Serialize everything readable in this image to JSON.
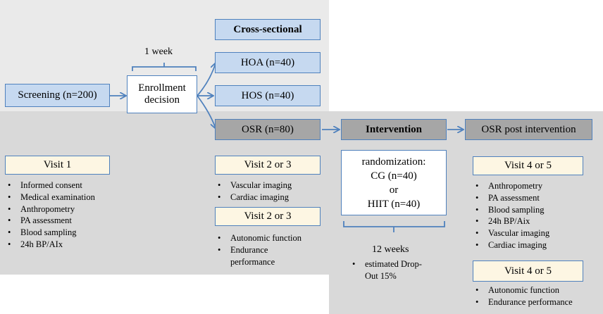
{
  "flow": {
    "screening": "Screening (n=200)",
    "one_week": "1 week",
    "enrollment": "Enrollment\ndecision",
    "cross_sectional": "Cross-sectional",
    "hoa": "HOA (n=40)",
    "hos": "HOS (n=40)",
    "osr": "OSR (n=80)",
    "intervention": "Intervention",
    "osr_post": "OSR post intervention",
    "randomization": "randomization:\nCG (n=40)\nor\nHIIT (n=40)",
    "twelve_weeks": "12 weeks",
    "dropout": "estimated Drop-Out 15%"
  },
  "visit1": {
    "title": "Visit 1",
    "items": [
      "Informed consent",
      "Medical examination",
      "Anthropometry",
      "PA assessment",
      "Blood sampling",
      "24h BP/AIx"
    ]
  },
  "visit23a": {
    "title": "Visit 2 or 3",
    "items": [
      "Vascular imaging",
      "Cardiac imaging"
    ]
  },
  "visit23b": {
    "title": "Visit 2 or 3",
    "items": [
      "Autonomic function",
      "Endurance performance"
    ]
  },
  "visit45a": {
    "title": "Visit 4 or 5",
    "items": [
      "Anthropometry",
      "PA assessment",
      "Blood sampling",
      "24h BP/Aix",
      "Vascular imaging",
      "Cardiac imaging"
    ]
  },
  "visit45b": {
    "title": "Visit 4 or 5",
    "items": [
      "Autonomic function",
      "Endurance performance"
    ]
  },
  "colors": {
    "light_box": "#c6d9f0",
    "gray_box": "#a6a6a6",
    "border": "#4f81bd",
    "panel_light": "#eaeaea",
    "panel_dark": "#d9d9d9"
  }
}
